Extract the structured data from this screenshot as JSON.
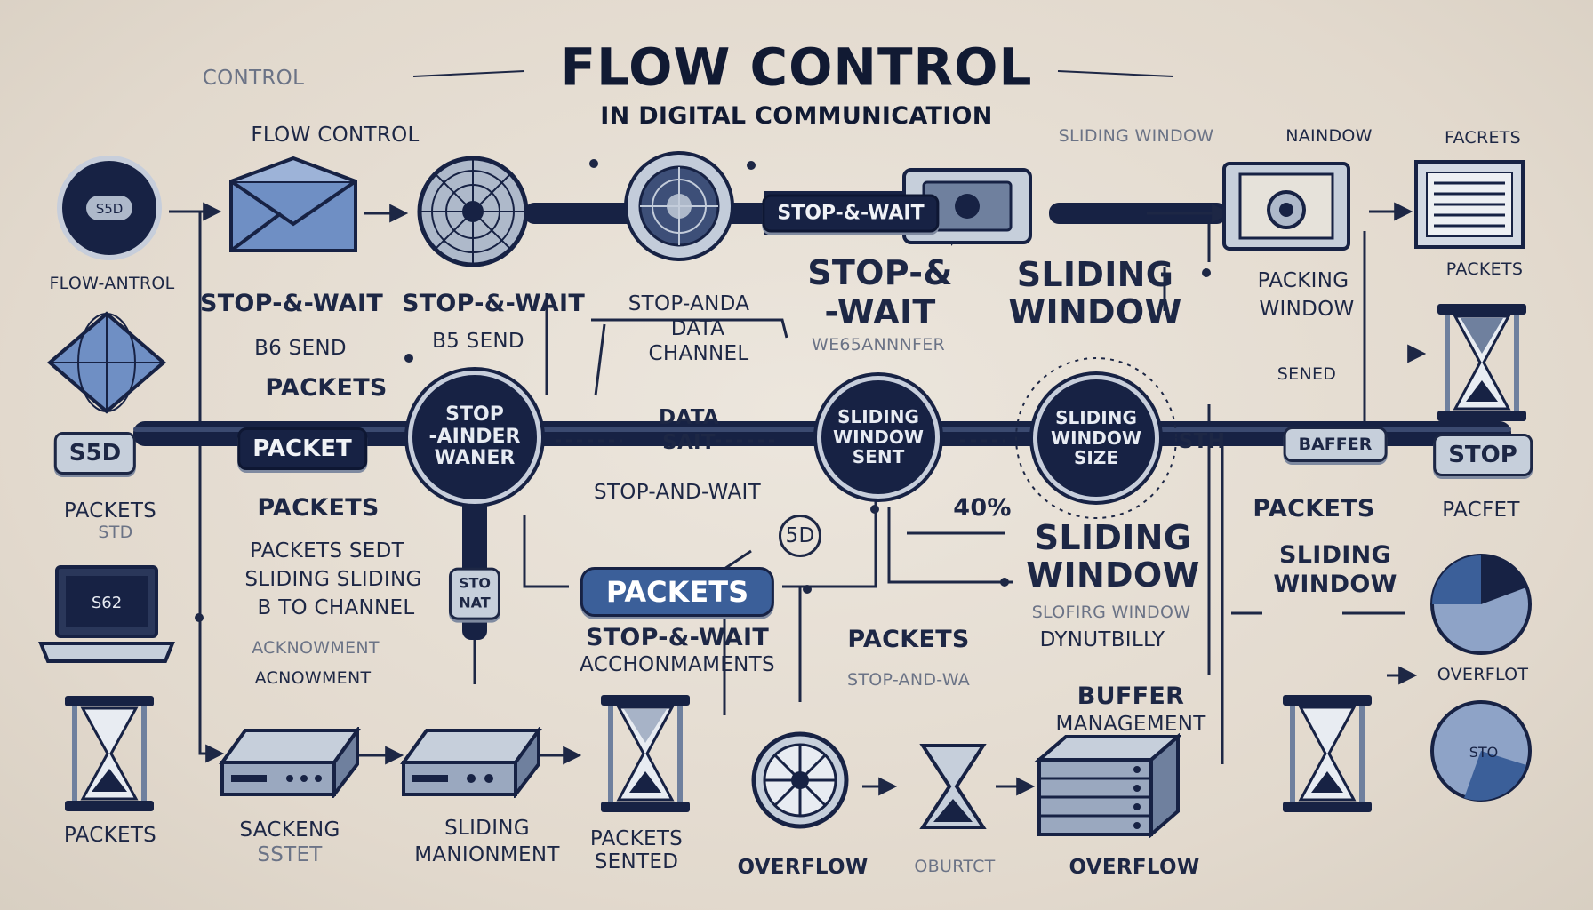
{
  "header": {
    "title": "FLOW CONTROL",
    "subtitle": "IN DIGITAL COMMUNICATION",
    "corner_label": "CONTROL"
  },
  "labels": {
    "flow_control_top": "FLOW CONTROL",
    "flow_antrol": "FLOW-ANTROL",
    "stop_wait_a": "STOP-&-WAIT",
    "b6_send": "B6 SEND",
    "packets_a": "PACKETS",
    "stop_wait_b": "STOP-&-WAIT",
    "b5_send": "B5 SEND",
    "stop_anda": "STOP-ANDA",
    "data": "DATA",
    "channel": "CHANNEL",
    "stop_big": "STOP-&",
    "wait_big": "-WAIT",
    "faded_small": "WE65ANNNFER",
    "sliding_big": "SLIDING",
    "window_big": "WINDOW",
    "sliding_window_hdr": "SLIDING WINDOW",
    "naindow_hdr": "NAINDOW",
    "packing": "PACKING",
    "window_pk": "WINDOW",
    "facrets": "FACRETS",
    "packets_right": "PACKETS",
    "sened": "SENED",
    "packets_left": "PACKETS",
    "std_small": "STD",
    "packets_mid": "PACKETS",
    "packets_sedt": "PACKETS SEDT",
    "sliding_sliding": "SLIDING SLIDING",
    "to_channel": "B TO CHANNEL",
    "acnowment_faded": "ACKNOWMENT",
    "acnowment": "ACNOWMENT",
    "stop_and_wait": "STOP-AND-WAIT",
    "std_circle": "5D",
    "pct_40": "40%",
    "sliding_2": "SLIDING",
    "window_2": "WINDOW",
    "slofirg": "SLOFIRG WINDOW",
    "dynutbilly": "DYNUTBILLY",
    "packets_c": "PACKETS",
    "stop_aw_faded": "STOP-AND-WA",
    "stop_wait_ack": "STOP-&-WAIT",
    "acchonmaments": "ACCHONMAMENTS",
    "packets_r2": "PACKETS",
    "sliding_r": "SLIDING",
    "window_r": "WINDOW",
    "pacfet": "PACFET",
    "overflot": "OVERFLOT",
    "buffer": "BUFFER",
    "management": "MANAGEMENT",
    "packets_bl": "PACKETS",
    "backeng": "SACKENG",
    "sstet": "SSTET",
    "sliding_b": "SLIDING",
    "manionment": "MANIONMENT",
    "packets_b": "PACKETS",
    "sented": "SENTED",
    "overflow_a": "OVERFLOW",
    "oburtct": "OBURTCT",
    "overflow_b": "OVERFLOW",
    "sth": "STH"
  },
  "pills": {
    "stop_wait_arrow": "STOP-&-WAIT",
    "packet": "PACKET",
    "data_sait_1": "DATA",
    "data_sait_2": "SAIT",
    "s5d": "S5D",
    "packets_blue": "PACKETS",
    "stop_right": "STOP",
    "basffer": "BAFFER",
    "sto": "STO",
    "nat": "NAT",
    "laptop": "S62",
    "sto_disk": "STO"
  },
  "nodes": {
    "stop_waner": [
      "STOP",
      "-AINDER",
      "WANER"
    ],
    "sliding_sent": [
      "SLIDING",
      "WINDOW",
      "SENT"
    ],
    "sliding_size": [
      "SLIDING",
      "WINDOW",
      "SIZE"
    ]
  },
  "colors": {
    "navy": "#172244",
    "accent_blue": "#3b5f99",
    "steel": "#c6cfdb",
    "background": "#e4dcd1"
  },
  "icons": [
    "stop-sign-icon",
    "envelope-icon",
    "radar-icon",
    "radar-icon",
    "router-icon",
    "camera-icon",
    "document-icon",
    "hourglass-icon",
    "globe-diamond-icon",
    "laptop-icon",
    "network-switch-icon",
    "wheel-icon",
    "server-rack-icon",
    "pie-chart-icon"
  ]
}
